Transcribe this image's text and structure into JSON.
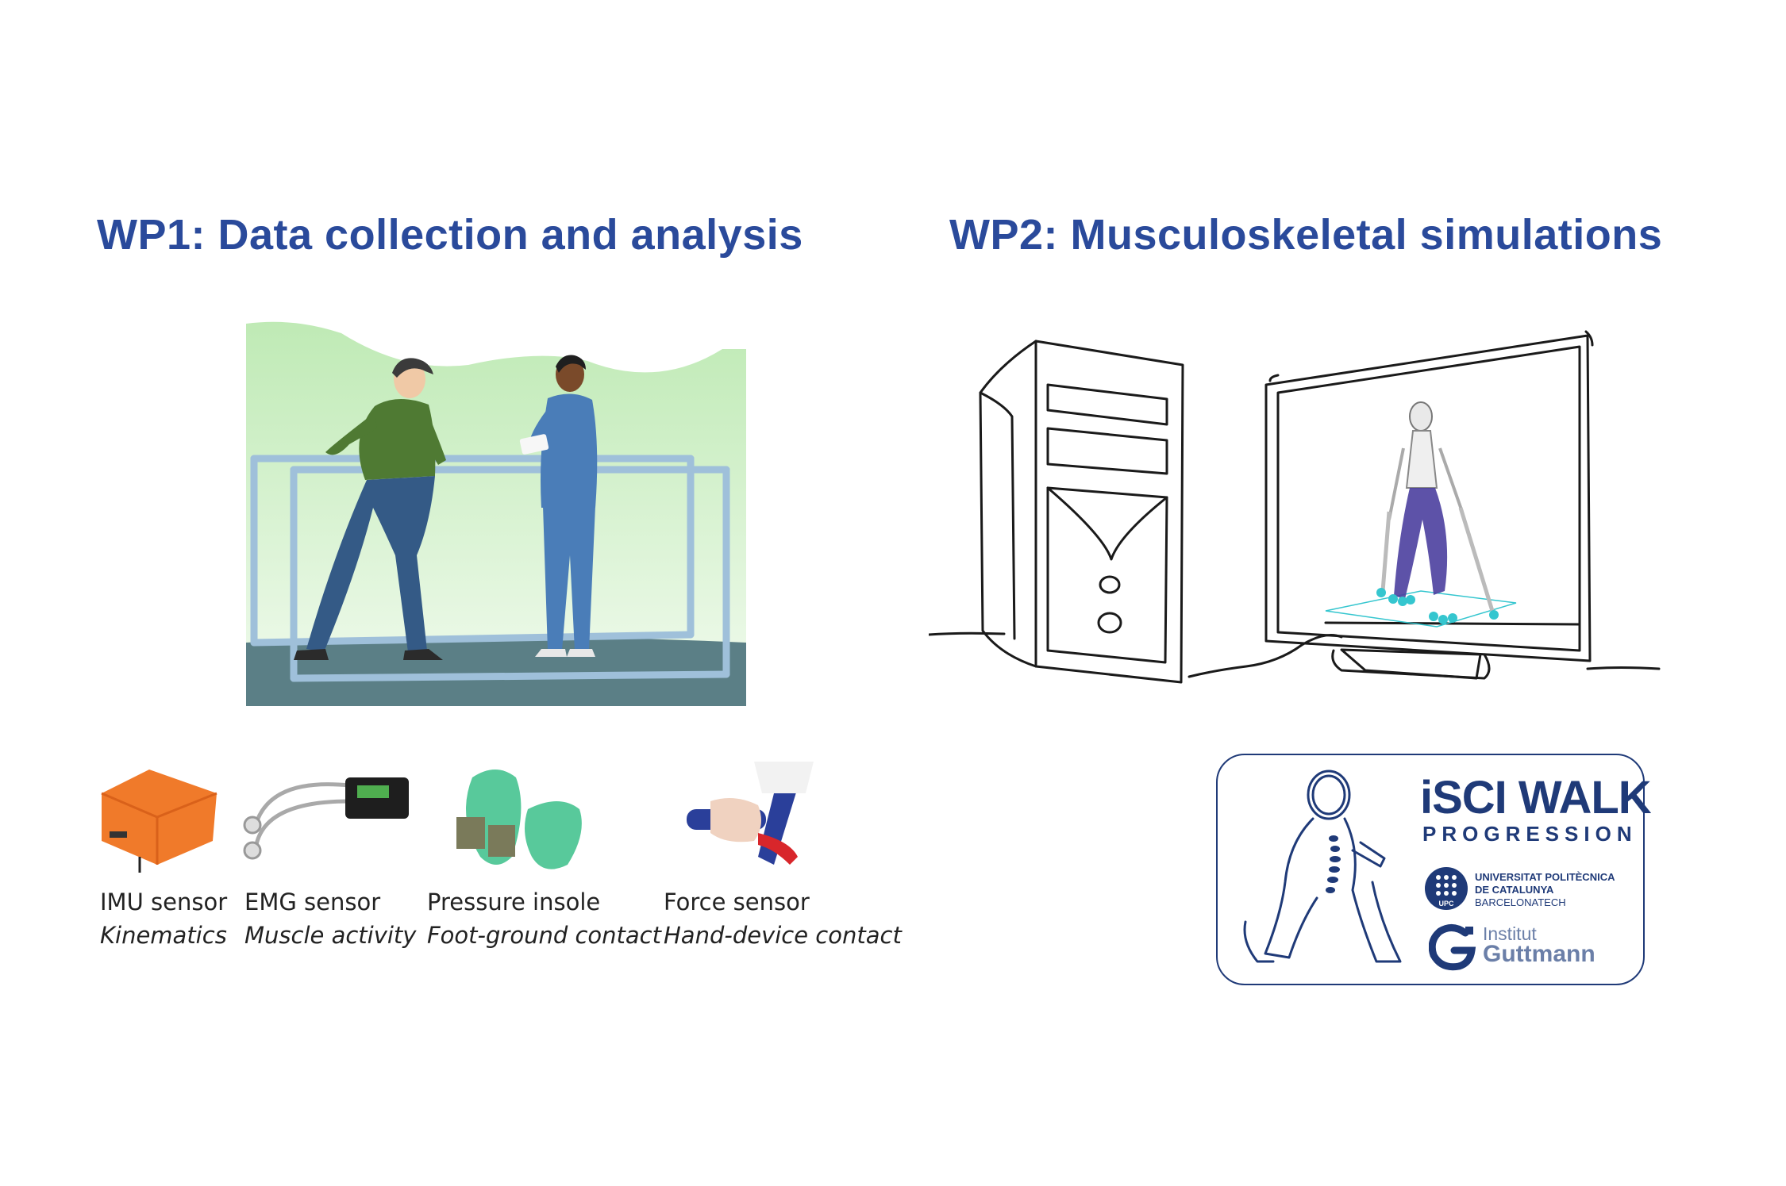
{
  "wp1": {
    "title": "WP1: Data collection and analysis",
    "sensors": [
      {
        "label": "IMU sensor",
        "desc": "Kinematics"
      },
      {
        "label": "EMG sensor",
        "desc": "Muscle activity"
      },
      {
        "label": "Pressure insole",
        "desc": "Foot-ground contact"
      },
      {
        "label": "Force sensor",
        "desc": "Hand-device contact"
      }
    ]
  },
  "wp2": {
    "title": "WP2: Musculoskeletal simulations"
  },
  "logo": {
    "title": "iSCI WALK",
    "subtitle": "PROGRESSION",
    "upc_badge": "UPC",
    "upc_line1": "UNIVERSITAT POLITÈCNICA",
    "upc_line2": "DE CATALUNYA",
    "upc_line3": "BARCELONATECH",
    "guttmann_line1": "Institut",
    "guttmann_line2": "Guttmann"
  },
  "colors": {
    "title_blue": "#2a4a9b",
    "logo_blue": "#1f3a78",
    "bg_green": "#c8efc0",
    "floor_teal": "#5b7f86",
    "imu_orange": "#f07a2a",
    "insole_green": "#3bbf8a",
    "muscle_purple": "#4b3f9e",
    "marker_cyan": "#35c6cf"
  }
}
